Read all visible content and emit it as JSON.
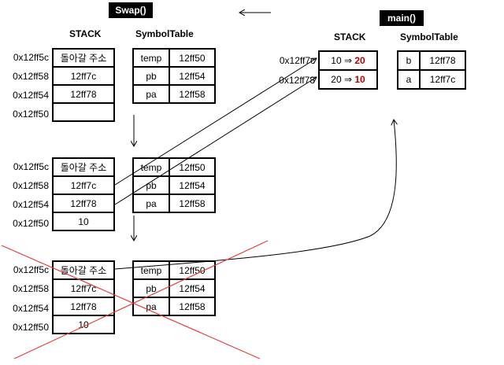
{
  "swap": {
    "title": "Swap()",
    "stack_header": "STACK",
    "symbol_header": "SymbolTable",
    "addresses": [
      "0x12ff5c",
      "0x12ff58",
      "0x12ff54",
      "0x12ff50"
    ],
    "frames": [
      {
        "stack": [
          "돌아갈 주소",
          "12ff7c",
          "12ff78",
          ""
        ],
        "symbols": [
          [
            "temp",
            "12ff50"
          ],
          [
            "pb",
            "12ff54"
          ],
          [
            "pa",
            "12ff58"
          ]
        ]
      },
      {
        "stack": [
          "돌아갈 주소",
          "12ff7c",
          "12ff78",
          "10"
        ],
        "symbols": [
          [
            "temp",
            "12ff50"
          ],
          [
            "pb",
            "12ff54"
          ],
          [
            "pa",
            "12ff58"
          ]
        ]
      },
      {
        "stack": [
          "돌아갈 주소",
          "12ff7c",
          "12ff78",
          "10"
        ],
        "symbols": [
          [
            "temp",
            "12ff50"
          ],
          [
            "pb",
            "12ff54"
          ],
          [
            "pa",
            "12ff58"
          ]
        ]
      }
    ]
  },
  "main": {
    "title": "main()",
    "stack_header": "STACK",
    "symbol_header": "SymbolTable",
    "addresses": [
      "0x12ff7c",
      "0x12ff78"
    ],
    "stack": [
      {
        "old": "10",
        "arrow": "⇒",
        "new": "20"
      },
      {
        "old": "20",
        "arrow": "⇒",
        "new": "10"
      }
    ],
    "symbols": [
      [
        "b",
        "12ff78"
      ],
      [
        "a",
        "12ff7c"
      ]
    ]
  },
  "colors": {
    "strike": "#e04040",
    "changed_value": "#c00000",
    "line": "#000000"
  }
}
